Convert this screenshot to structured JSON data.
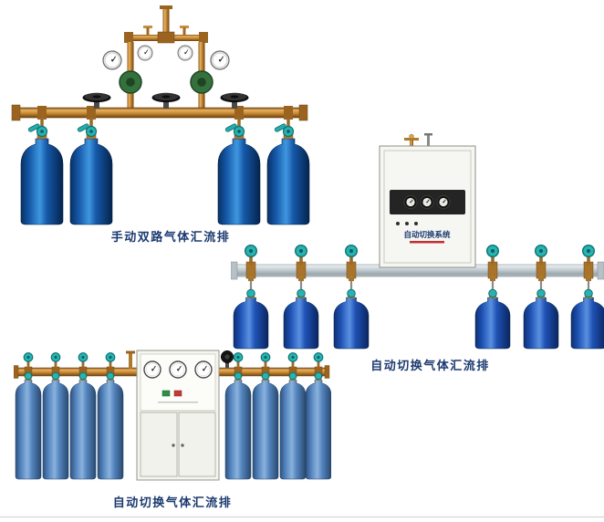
{
  "products": [
    {
      "name": "manual-dual-line-manifold",
      "caption": "手动双路气体汇流排",
      "cylinder_count": 4
    },
    {
      "name": "auto-switch-manifold-wall-cabinet",
      "caption": "自动切换气体汇流排",
      "cabinet_label": "自动切换系统",
      "cylinder_count": 6
    },
    {
      "name": "auto-switch-manifold-floor-cabinet",
      "caption": "自动切换气体汇流排",
      "cylinder_count": 8
    }
  ],
  "colors": {
    "caption_text": "#1c3a70",
    "cylinder_blue_dark": "#1558a8",
    "cylinder_blue_royal": "#1f52b4",
    "cylinder_blue_steel": "#5585bf",
    "valve_teal": "#28b2b2",
    "pipe_brass": "#c98a33",
    "pipe_aluminum": "#c2ccd1",
    "cabinet_body": "#f5f5f0"
  }
}
